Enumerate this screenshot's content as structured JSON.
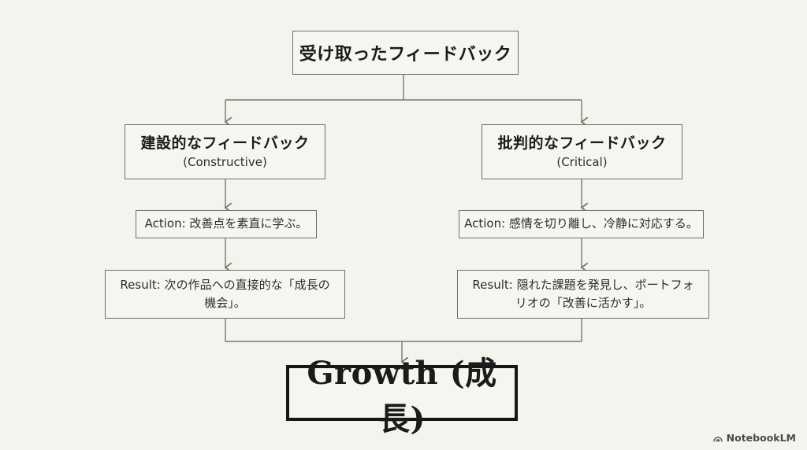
{
  "colors": {
    "background": "#f5f3ee",
    "box_fill": "#f7f5f0",
    "box_border": "#6f6f68",
    "connector_line": "#78786f",
    "outcome_border": "#161616",
    "heading_text": "#1b1b1b",
    "body_text": "#2e2e2a",
    "watermark_text": "#4c4b46"
  },
  "diagram": {
    "root": {
      "title": "受け取ったフィードバック"
    },
    "branches": [
      {
        "title": "建設的なフィードバック",
        "subtitle": "(Constructive)",
        "action": "Action: 改善点を素直に学ぶ。",
        "result": "Result: 次の作品への直接的な「成長の機会」。"
      },
      {
        "title": "批判的なフィードバック",
        "subtitle": "(Critical)",
        "action": "Action: 感情を切り離し、冷静に対応する。",
        "result": "Result: 隠れた課題を発見し、ポートフォリオの「改善に活かす」。"
      }
    ],
    "outcome": {
      "title": "Growth (成長)"
    }
  },
  "footer": {
    "brand": "NotebookLM",
    "logo_icon": "notebooklm-arcs-icon"
  }
}
